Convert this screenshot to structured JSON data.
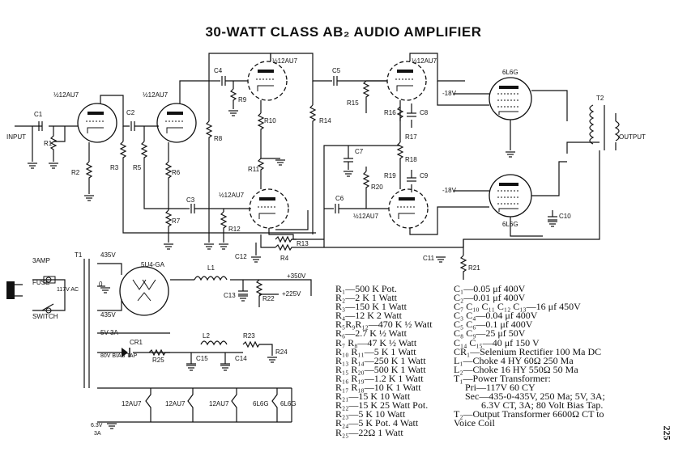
{
  "title": "30-WATT CLASS AB₂ AUDIO AMPLIFIER",
  "page_number": "225",
  "labels": {
    "input": "INPUT",
    "output": "OUTPUT",
    "fuse": "FUSE",
    "amp": "3AMP",
    "ac": "117V AC",
    "switch": "SWITCH",
    "b_plus_1": "+350V",
    "b_plus_2": "+225V",
    "bias_tap": "80V BIAS TAP",
    "minus18_a": "-18V",
    "minus18_b": "-18V",
    "v435a": "435V",
    "v435b": "435V",
    "zero": "0",
    "v5": "5V 3A",
    "v63": "6.3V",
    "a3": "3A",
    "t1": "T1",
    "t2": "T2",
    "rectifier": "5U4-GA"
  },
  "tubes": {
    "v1": "½12AU7",
    "v2": "½12AU7",
    "v3": "½12AU7",
    "v4": "½12AU7",
    "v5": "½12AU7",
    "v6": "½12AU7",
    "v7": "6L6G",
    "v8": "6L6G"
  },
  "heaters": [
    "12AU7",
    "12AU7",
    "12AU7",
    "6L6G",
    "6L6G"
  ],
  "parts_left": [
    "R₁—500 K Pot.",
    "R₂—2 K 1 Watt",
    "R₃—150 K 1 Watt",
    "R₄—12 K 2 Watt",
    "R₅R₉R₁₂—470 K ½ Watt",
    "R₆—2.7 K ½ Watt",
    "R₇ R₈—47 K ½ Watt",
    "R₁₀ R₁₁—5 K 1 Watt",
    "R₁₃ R₁₄—250 K 1 Watt",
    "R₁₅ R₂₀—500 K 1 Watt",
    "R₁₆ R₁₉—1.2 K 1 Watt",
    "R₁₇ R₁₈—10 K 1 Watt",
    "R₂₁—15 K 10 Watt",
    "R₂₂—15 K 25 Watt Pot.",
    "R₂₃—5 K 10 Watt",
    "R₂₄—5 K Pot. 4 Watt",
    "R₂₅—22Ω 1 Watt"
  ],
  "parts_right": [
    "C₁—0.05 μf 400V",
    "C₂—0.01 μf 400V",
    "C₇ C₁₀ C₁₁ C₁₂ C₁₃—16 μf 450V",
    "C₃ C₄—0.04 μf 400V",
    "C₅ C₆—0.1 μf 400V",
    "C₈ C₉—25 μf 50V",
    "C₁₄ C₁₅—40 μf 150 V",
    "CR₁—Selenium Rectifier 100 Ma DC",
    "L₁—Choke 4 HY 60Ω 250 Ma",
    "L₂—Choke 16 HY 550Ω 50 Ma",
    "T₁—Power Transformer:",
    "    Pri—117V 60 CY",
    "    Sec—435-0-435V, 250 Ma; 5V, 3A;",
    "        6.3V CT, 3A; 80 Volt Bias Tap.",
    "T₂—Output Transformer 6600Ω CT to",
    "    Voice Coil"
  ],
  "refs": {
    "c1": "C1",
    "c2": "C2",
    "c3": "C3",
    "c4": "C4",
    "c5": "C5",
    "c6": "C6",
    "c7": "C7",
    "c8": "C8",
    "c9": "C9",
    "c10": "C10",
    "c11": "C11",
    "c12": "C12",
    "c13": "C13",
    "c14": "C14",
    "c15": "C15",
    "r1": "R1",
    "r2": "R2",
    "r3": "R3",
    "r4": "R4",
    "r5": "R5",
    "r6": "R6",
    "r7": "R7",
    "r8": "R8",
    "r9": "R9",
    "r10": "R10",
    "r11": "R11",
    "r12": "R12",
    "r13": "R13",
    "r14": "R14",
    "r15": "R15",
    "r16": "R16",
    "r17": "R17",
    "r18": "R18",
    "r19": "R19",
    "r20": "R20",
    "r21": "R21",
    "r22": "R22",
    "r23": "R23",
    "r24": "R24",
    "r25": "R25",
    "l1": "L1",
    "l2": "L2",
    "cr1": "CR1"
  }
}
